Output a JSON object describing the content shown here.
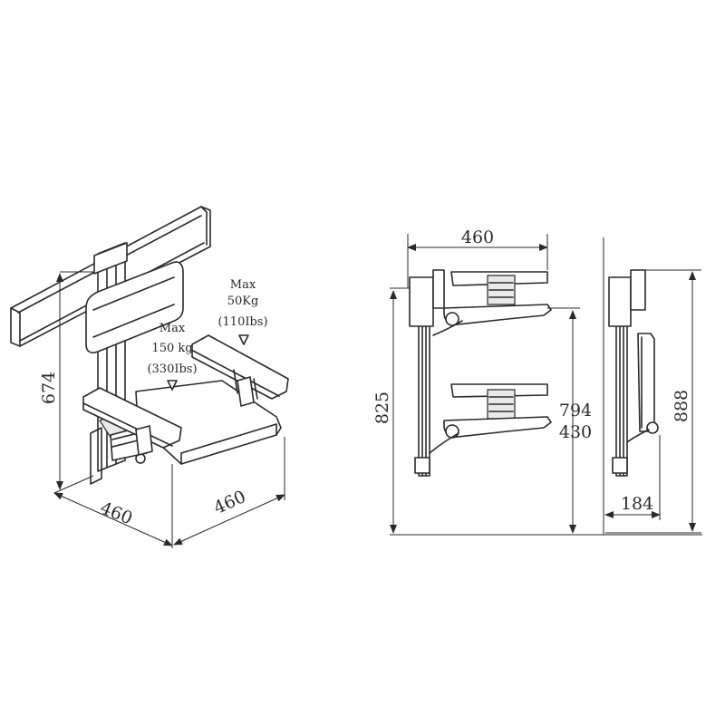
{
  "iso_view": {
    "height_label": "674",
    "width_label": "460",
    "depth_label": "460",
    "backrest_load": [
      "Max",
      "50Kg",
      "(110Ibs)"
    ],
    "seat_load": [
      "Max",
      "150 kg",
      "(330Ibs)"
    ]
  },
  "side_view": {
    "width_label": "460",
    "total_height_label": "825",
    "upper_height_label": "794",
    "lower_height_label": "430"
  },
  "folded_view": {
    "height_label": "888",
    "depth_label": "184"
  }
}
